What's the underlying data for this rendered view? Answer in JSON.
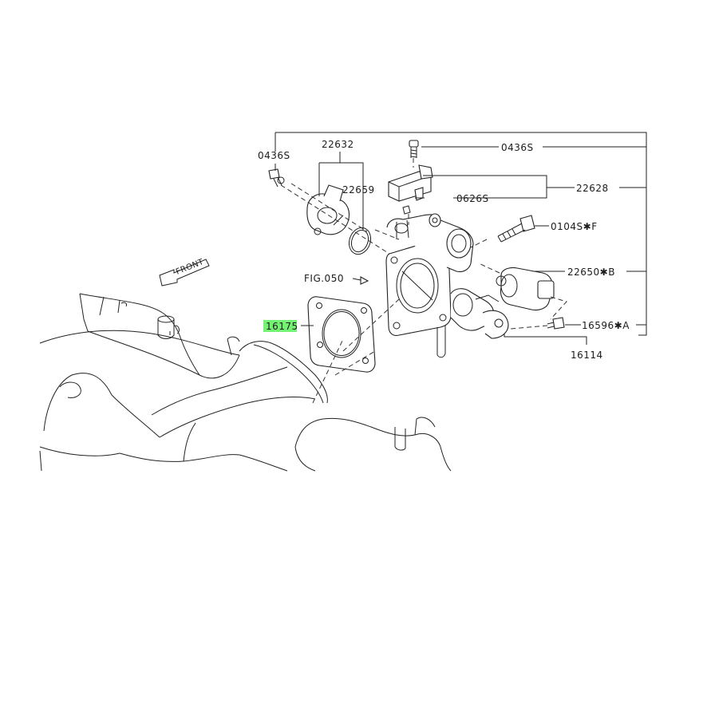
{
  "diagram": {
    "front_label": "FRONT",
    "highlight_color": "#5cf05c",
    "callouts": [
      {
        "id": "c-0436s-left",
        "text": "0436S"
      },
      {
        "id": "c-22632",
        "text": "22632"
      },
      {
        "id": "c-22659",
        "text": "22659"
      },
      {
        "id": "c-0436s-right",
        "text": "0436S"
      },
      {
        "id": "c-22628",
        "text": "22628"
      },
      {
        "id": "c-0626s",
        "text": "0626S"
      },
      {
        "id": "c-0104s",
        "text": "0104S✱F"
      },
      {
        "id": "c-22650",
        "text": "22650✱B"
      },
      {
        "id": "c-fig050",
        "text": "FIG.050"
      },
      {
        "id": "c-16175",
        "text": "16175",
        "highlighted": true
      },
      {
        "id": "c-16596",
        "text": "16596✱A"
      },
      {
        "id": "c-16114",
        "text": "16114"
      }
    ]
  }
}
